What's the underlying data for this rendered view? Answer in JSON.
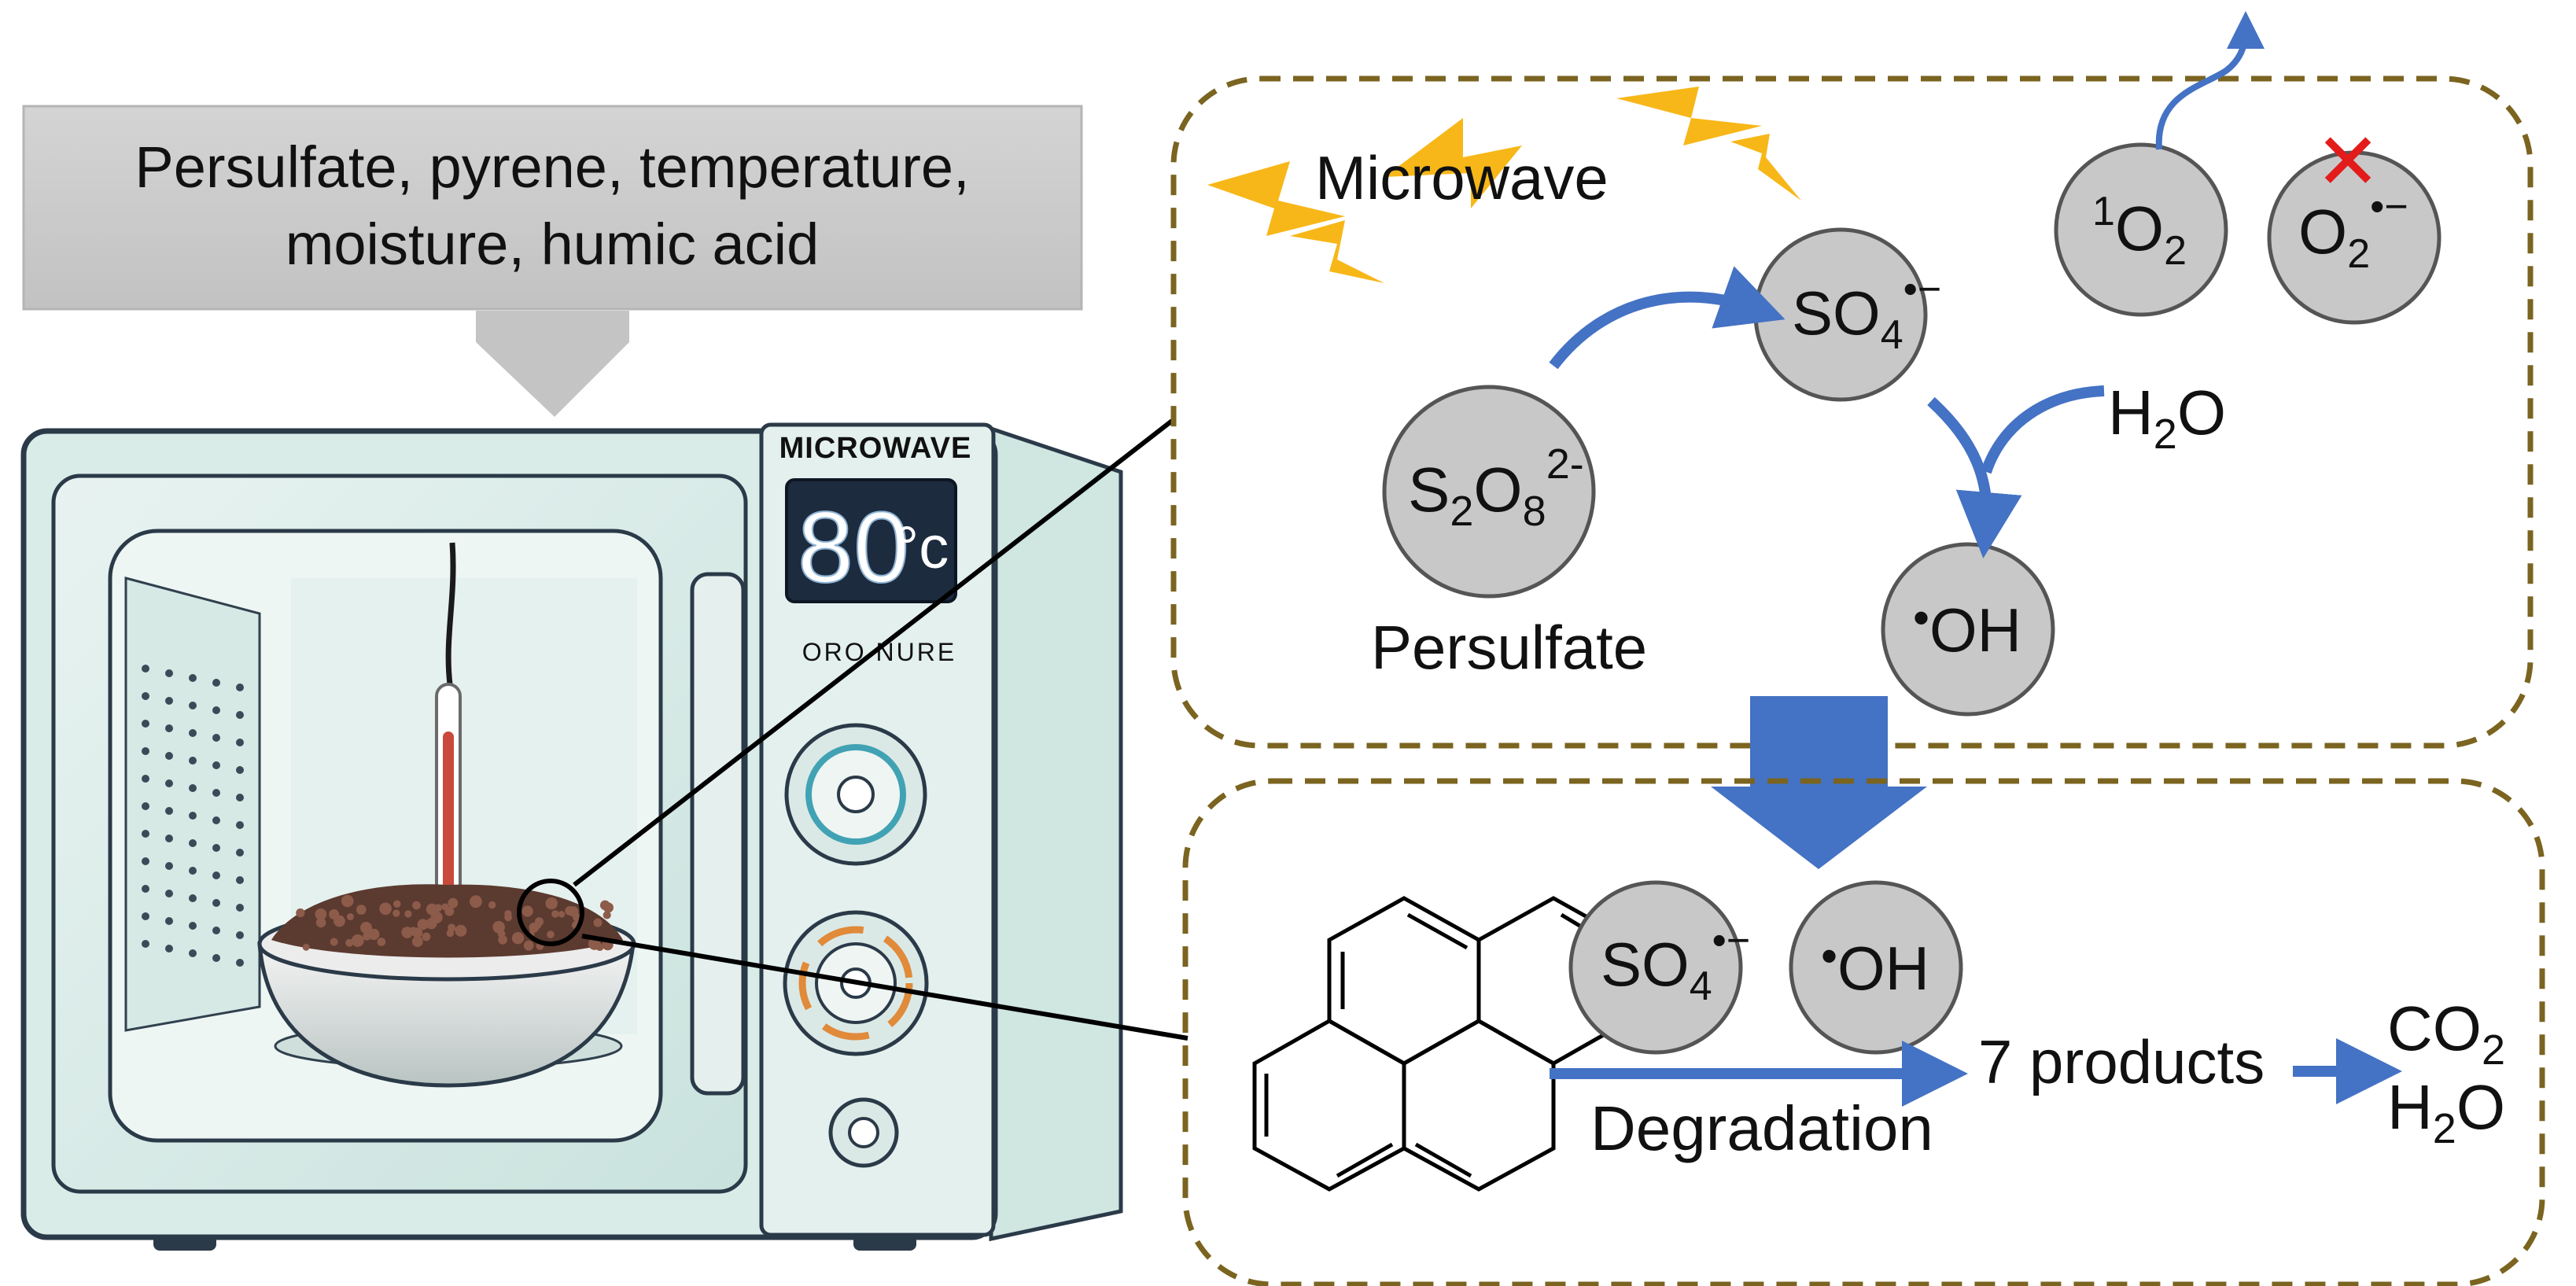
{
  "input_box": {
    "line1": "Persulfate, pyrene, temperature,",
    "line2": "moisture, humic acid"
  },
  "microwave_oven": {
    "brand_label": "MICROWAVE",
    "display_value": "80",
    "display_unit": "°c",
    "faded_label": "ORO NURE"
  },
  "activation_panel": {
    "microwave_label": "Microwave",
    "persulfate_species": {
      "base": "S",
      "sub1": "2",
      "mid": "O",
      "sub2": "8",
      "sup": "2-"
    },
    "persulfate_label": "Persulfate",
    "sulfate_radical": {
      "base": "SO",
      "sub": "4",
      "sup": "•−"
    },
    "water": {
      "base": "H",
      "sub": "2",
      "rest": "O"
    },
    "hydroxyl_radical": {
      "dot": "•",
      "base": "OH"
    },
    "singlet_oxygen": {
      "sup": "1",
      "base": "O",
      "sub": "2"
    },
    "superoxide": {
      "base": "O",
      "sub": "2",
      "sup": "•−",
      "excluded_mark": "✕"
    }
  },
  "degradation_panel": {
    "sulfate_radical": {
      "base": "SO",
      "sub": "4",
      "sup": "•−"
    },
    "hydroxyl_radical": {
      "dot": "•",
      "base": "OH"
    },
    "degradation_label": "Degradation",
    "products_label": "7 products",
    "co2": {
      "base": "CO",
      "sub": "2"
    },
    "h2o": {
      "base": "H",
      "sub": "2",
      "rest": "O"
    }
  },
  "colors": {
    "arrow_blue": "#4472c4",
    "dashed_border": "#7a6420",
    "circle_fill": "#c8c8c8",
    "input_box_fill": "#cfcfcf",
    "lightning": "#f7b718",
    "cross_red": "#e31b1b"
  }
}
